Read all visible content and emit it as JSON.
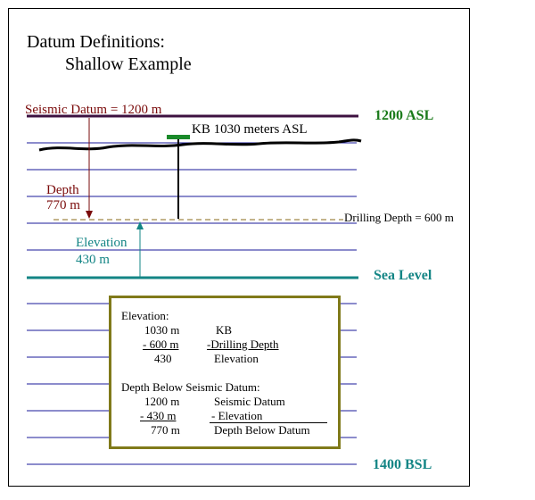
{
  "title": {
    "line1": "Datum Definitions:",
    "line2": "Shallow Example"
  },
  "labels": {
    "seismic_datum": "Seismic Datum = 1200 m",
    "kb": "KB 1030 meters ASL",
    "top_level": "1200 ASL",
    "depth": "Depth",
    "depth_value": "770 m",
    "drilling_depth": "Drilling Depth = 600 m",
    "elevation": "Elevation",
    "elevation_value": "430 m",
    "sea_level": "Sea Level",
    "bottom_level": "1400 BSL"
  },
  "calculation": {
    "elevation_heading": "Elevation:",
    "elevation_rows": [
      {
        "value": "1030 m",
        "term": "KB"
      },
      {
        "value": "- 600 m",
        "term": "-Drilling Depth"
      },
      {
        "value": "430",
        "term": "Elevation"
      }
    ],
    "depth_heading": "Depth Below Seismic Datum:",
    "depth_rows": [
      {
        "value": "1200 m",
        "term": "Seismic Datum"
      },
      {
        "value": "- 430 m",
        "term": "- Elevation"
      },
      {
        "value": "770 m",
        "term": "Depth Below Datum"
      }
    ]
  },
  "colors": {
    "seismic_datum_line": "#3d1140",
    "depth_arrow": "#7a0a0a",
    "elevation_arrow": "#138585",
    "sea_level_line": "#138585",
    "layer_lines": "#1a1a9a",
    "kb_marker": "#1a8a2a",
    "calc_border": "#807a1a"
  }
}
